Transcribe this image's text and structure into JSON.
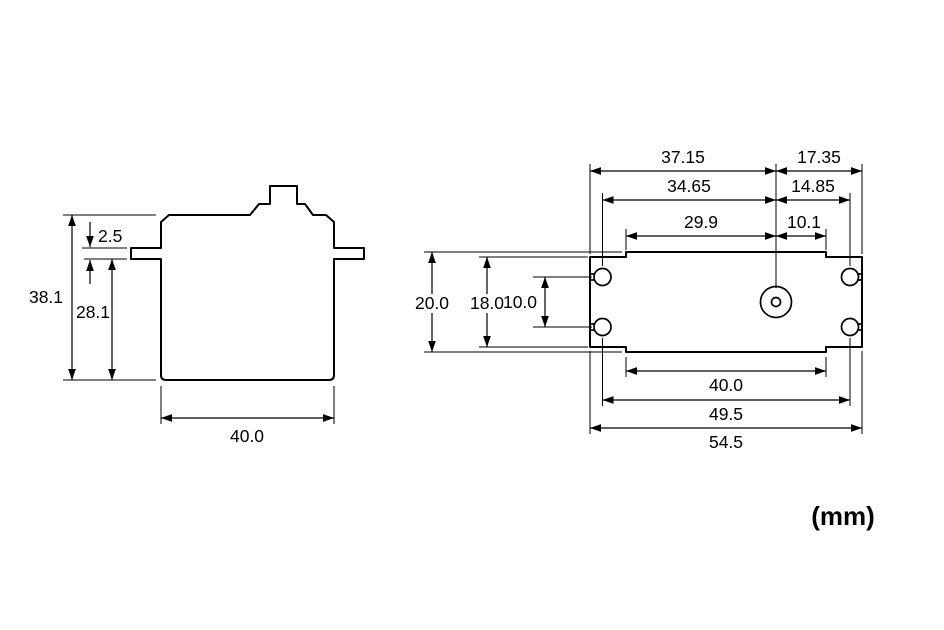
{
  "unit_label": "(mm)",
  "side_view": {
    "dim_flange_thickness": "2.5",
    "dim_total_height": "38.1",
    "dim_lower_body_height": "28.1",
    "dim_body_width": "40.0"
  },
  "top_view": {
    "dim_left_edge_to_shaft": "37.15",
    "dim_shaft_to_right_edge": "17.35",
    "dim_left_hole_to_shaft": "34.65",
    "dim_shaft_to_right_hole": "14.85",
    "dim_body_left_to_shaft": "29.9",
    "dim_shaft_to_body_right": "10.1",
    "dim_overall_width": "20.0",
    "dim_flange_width": "18.0",
    "dim_hole_pitch": "10.0",
    "dim_body_length": "40.0",
    "dim_hole_span": "49.5",
    "dim_overall_length": "54.5"
  }
}
